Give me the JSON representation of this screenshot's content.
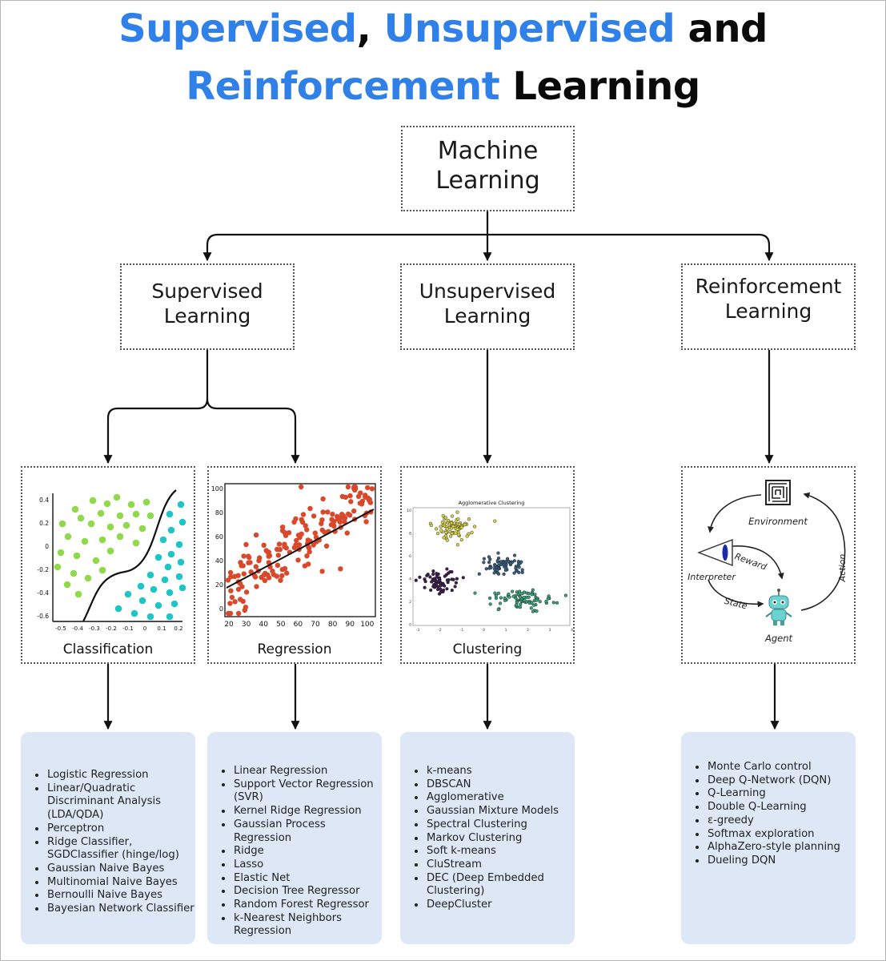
{
  "title": {
    "line1": [
      {
        "text": "Supervised",
        "color": "#2f80e8"
      },
      {
        "text": ", ",
        "color": "#0a0a0a"
      },
      {
        "text": "Unsupervised",
        "color": "#2f80e8"
      },
      {
        "text": " and",
        "color": "#0a0a0a"
      }
    ],
    "line2": [
      {
        "text": "Reinforcement",
        "color": "#2f80e8"
      },
      {
        "text": " Learning",
        "color": "#0a0a0a"
      }
    ]
  },
  "root": {
    "label": "Machine\nLearning"
  },
  "categories": {
    "supervised": "Supervised\nLearning",
    "unsupervised": "Unsupervised\nLearning",
    "reinforcement": "Reinforcement\nLearning"
  },
  "subtasks": {
    "classification": "Classification",
    "regression": "Regression",
    "clustering": "Clustering"
  },
  "classification_plot": {
    "y_ticks": [
      "0.4",
      "0.2",
      "0",
      "-0.2",
      "-0.4",
      "-0.6"
    ],
    "x_ticks": [
      "-0.5",
      "-0.4",
      "-0.3",
      "-0.2",
      "-0.1",
      "0",
      "0.1",
      "0.2"
    ],
    "class_colors": [
      "#8fd94a",
      "#21c4c4"
    ]
  },
  "regression_plot": {
    "y_ticks": [
      "100",
      "80",
      "60",
      "40",
      "20",
      "0"
    ],
    "x_ticks": [
      "20",
      "30",
      "40",
      "50",
      "60",
      "70",
      "80",
      "90",
      "100"
    ],
    "point_color": "#d9482b"
  },
  "clustering_plot": {
    "title": "Agglomerative Clustering",
    "y_ticks": [
      "10",
      "8",
      "6",
      "4",
      "2",
      "0"
    ],
    "x_ticks": [
      "-3",
      "-2",
      "-1",
      "0",
      "1",
      "2",
      "3",
      "4"
    ],
    "cluster_colors": [
      "#d8d24a",
      "#3a5f84",
      "#3e1f4f",
      "#3aa07a"
    ]
  },
  "rl_diagram": {
    "environment": "Environment",
    "interpreter": "Interpreter",
    "reward": "Reward",
    "state": "State",
    "action": "Action",
    "agent": "Agent"
  },
  "lists": {
    "classification": [
      "Logistic Regression",
      "Linear/Quadratic Discriminant Analysis (LDA/QDA)",
      "Perceptron",
      "Ridge Classifier, SGDClassifier (hinge/log)",
      "Gaussian Naive Bayes",
      "Multinomial Naive Bayes",
      "Bernoulli Naive Bayes",
      "Bayesian Network Classifier"
    ],
    "regression": [
      "Linear Regression",
      "Support Vector Regression (SVR)",
      "Kernel Ridge Regression",
      "Gaussian Process Regression",
      "Ridge",
      "Lasso",
      "Elastic Net",
      "Decision Tree Regressor",
      "Random Forest Regressor",
      "k-Nearest Neighbors Regression"
    ],
    "clustering": [
      "k-means",
      "DBSCAN",
      "Agglomerative",
      "Gaussian Mixture Models",
      "Spectral Clustering",
      "Markov Clustering",
      "Soft k-means",
      "CluStream",
      "DEC (Deep Embedded Clustering)",
      "DeepCluster"
    ],
    "reinforcement": [
      "Monte Carlo control",
      "Deep Q-Network (DQN)",
      "Q-Learning",
      "Double Q-Learning",
      "ε-greedy",
      "Softmax exploration",
      "AlphaZero-style planning",
      "Dueling DQN"
    ]
  }
}
